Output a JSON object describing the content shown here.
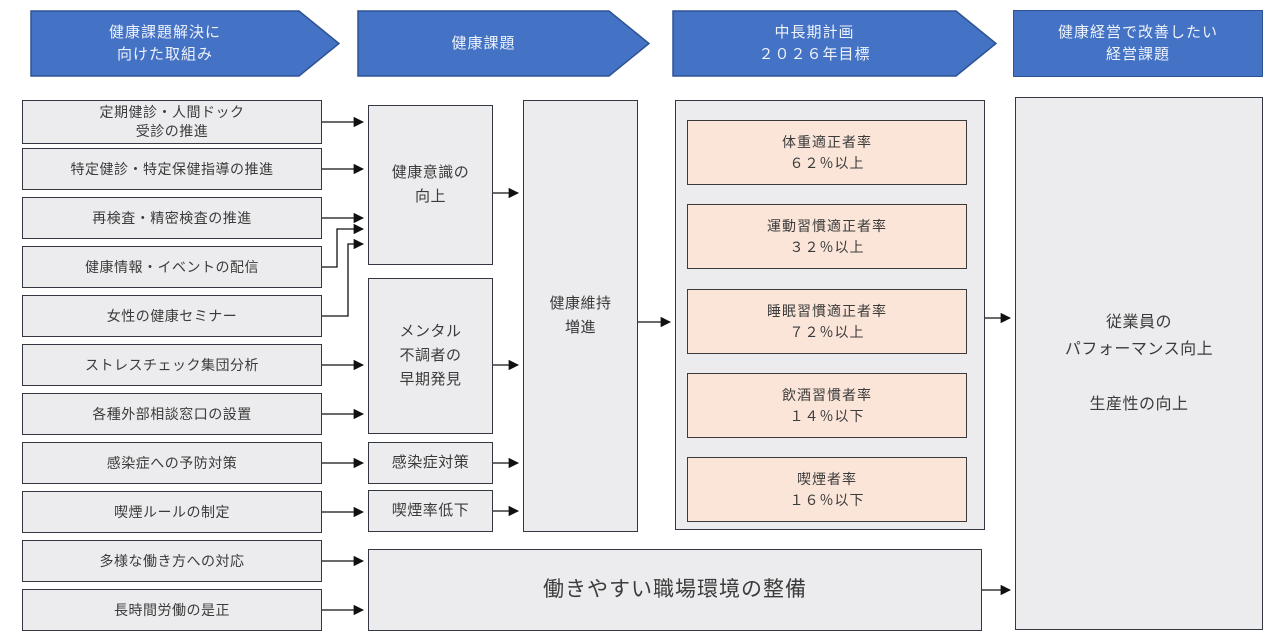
{
  "colors": {
    "header_fill": "#4472c4",
    "header_border": "#2e5395",
    "box_fill": "#ececee",
    "box_border": "#323741",
    "target_fill": "#fbe5d8",
    "arrow": "#111111"
  },
  "headers": {
    "initiatives": "健康課題解決に\n向けた取組み",
    "issues": "健康課題",
    "midterm_plan": "中長期計画\n２０２６年目標",
    "management": "健康経営で改善したい\n経営課題"
  },
  "initiatives": {
    "items": [
      {
        "label": "定期健診・人間ドック\n受診の推進"
      },
      {
        "label": "特定健診・特定保健指導の推進"
      },
      {
        "label": "再検査・精密検査の推進"
      },
      {
        "label": "健康情報・イベントの配信"
      },
      {
        "label": "女性の健康セミナー"
      },
      {
        "label": "ストレスチェック集団分析"
      },
      {
        "label": "各種外部相談窓口の設置"
      },
      {
        "label": "感染症への予防対策"
      },
      {
        "label": "喫煙ルールの制定"
      },
      {
        "label": "多様な働き方への対応"
      },
      {
        "label": "長時間労働の是正"
      }
    ]
  },
  "issues": {
    "awareness": "健康意識の\n向上",
    "mental": "メンタル\n不調者の\n早期発見",
    "infection": "感染症対策",
    "smoking": "喫煙率低下",
    "maintain": "健康維持\n増進"
  },
  "targets": {
    "items": [
      {
        "label": "体重適正者率",
        "value": "６２％以上"
      },
      {
        "label": "運動習慣適正者率",
        "value": "３２％以上"
      },
      {
        "label": "睡眠習慣適正者率",
        "value": "７２％以上"
      },
      {
        "label": "飲酒習慣者率",
        "value": "１４％以下"
      },
      {
        "label": "喫煙者率",
        "value": "１６％以下"
      }
    ]
  },
  "workplace": {
    "label": "働きやすい職場環境の整備"
  },
  "outcome": {
    "label": "従業員の\nパフォーマンス向上\n\n生産性の向上"
  }
}
